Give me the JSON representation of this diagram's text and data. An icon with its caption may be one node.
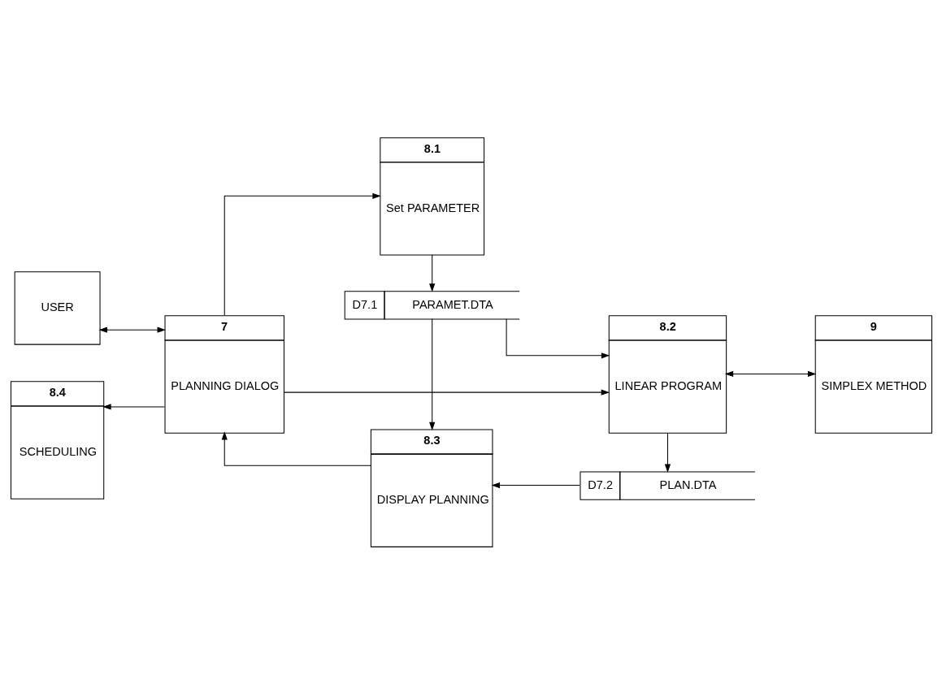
{
  "diagram": {
    "nodes": [
      {
        "text": [
          "USER"
        ]
      },
      {
        "text": [
          "7",
          "PLANNING DIALOG"
        ]
      },
      {
        "text": [
          "8.1",
          "Set PARAMETER"
        ]
      },
      {
        "text": [
          "D7.1",
          "PARAMET.DTA"
        ]
      },
      {
        "text": [
          "8.2",
          "LINEAR PROGRAM"
        ]
      },
      {
        "text": [
          "9",
          "SIMPLEX METHOD"
        ]
      },
      {
        "text": [
          "8.4",
          "SCHEDULING"
        ]
      },
      {
        "text": [
          "8.3",
          "DISPLAY PLANNING"
        ]
      },
      {
        "text": [
          "D7.2",
          "PLAN.DTA"
        ]
      }
    ],
    "edges": [
      {
        "from": 0,
        "to": 1,
        "arrow": "both"
      },
      {
        "from": 1,
        "to": 2,
        "arrow": "to"
      },
      {
        "from": 2,
        "to": 3,
        "arrow": "to"
      },
      {
        "from": 3,
        "to": 7,
        "arrow": "to"
      },
      {
        "from": 3,
        "to": 4,
        "arrow": "to"
      },
      {
        "from": 1,
        "to": 4,
        "arrow": "to"
      },
      {
        "from": 4,
        "to": 5,
        "arrow": "both"
      },
      {
        "from": 1,
        "to": 6,
        "arrow": "to"
      },
      {
        "from": 7,
        "to": 1,
        "arrow": "to"
      },
      {
        "from": 4,
        "to": 8,
        "arrow": "to"
      },
      {
        "from": 8,
        "to": 7,
        "arrow": "to"
      }
    ]
  }
}
